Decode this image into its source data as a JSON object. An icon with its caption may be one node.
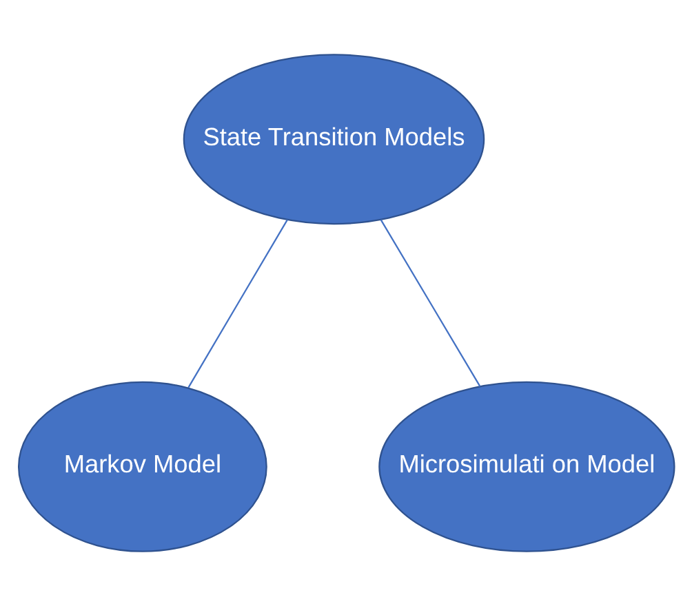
{
  "diagram": {
    "nodes": [
      {
        "text": [
          "State Transition Models"
        ]
      },
      {
        "text": [
          "Markov Model"
        ]
      },
      {
        "text": [
          "Microsimulati on Model"
        ]
      }
    ],
    "edges": [
      {
        "from": 0,
        "to": 1,
        "arrow": "none"
      },
      {
        "from": 0,
        "to": 2,
        "arrow": "none"
      }
    ]
  }
}
